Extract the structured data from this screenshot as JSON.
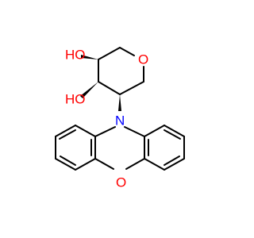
{
  "molecule": {
    "atoms": {
      "oh_top": {
        "label": "HO",
        "color": "#ff0000"
      },
      "oh_mid": {
        "label": "HO",
        "color": "#ff0000"
      },
      "ring_oxygen": {
        "label": "O",
        "color": "#ff0000"
      },
      "nitrogen": {
        "label": "N",
        "color": "#0000ff"
      },
      "phenoxazine_oxygen": {
        "label": "O",
        "color": "#ff0000"
      }
    },
    "bond_color": "#000000"
  }
}
